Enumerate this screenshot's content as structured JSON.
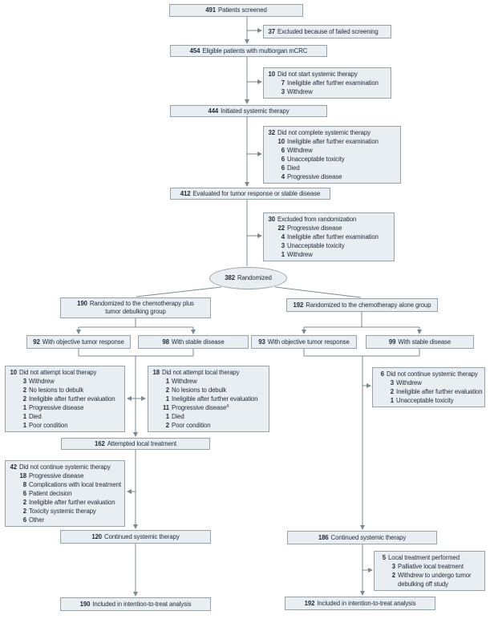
{
  "diagram": {
    "type": "patient-flow-consort-diagram",
    "colors": {
      "box_fill": "#e9eef2",
      "box_border": "#98a1a8",
      "line": "#7d8991",
      "text": "#1e2a36"
    },
    "boxes": {
      "screened": {
        "items": [
          {
            "n": "491",
            "text": "Patients screened"
          }
        ]
      },
      "excluded_screening": {
        "items": [
          {
            "n": "37",
            "text": "Excluded because of failed screening",
            "indent": 0
          }
        ]
      },
      "eligible": {
        "items": [
          {
            "n": "454",
            "text": "Eligible patients with multiorgan mCRC"
          }
        ]
      },
      "did_not_start": {
        "items": [
          {
            "n": "10",
            "text": "Did not start systemic therapy",
            "indent": 0
          },
          {
            "n": "7",
            "text": "Ineligible after further examination",
            "indent": 1
          },
          {
            "n": "3",
            "text": "Withdrew",
            "indent": 1
          }
        ]
      },
      "initiated": {
        "items": [
          {
            "n": "444",
            "text": "Initiated systemic therapy"
          }
        ]
      },
      "did_not_complete": {
        "items": [
          {
            "n": "32",
            "text": "Did not complete systemic therapy",
            "indent": 0
          },
          {
            "n": "10",
            "text": "Ineligible after further examination",
            "indent": 1
          },
          {
            "n": "6",
            "text": "Withdrew",
            "indent": 1
          },
          {
            "n": "6",
            "text": "Unacceptable toxicity",
            "indent": 1
          },
          {
            "n": "6",
            "text": "Died",
            "indent": 1
          },
          {
            "n": "4",
            "text": "Progressive disease",
            "indent": 1
          }
        ]
      },
      "evaluated": {
        "items": [
          {
            "n": "412",
            "text": "Evaluated for tumor response or stable disease"
          }
        ]
      },
      "excluded_randomization": {
        "items": [
          {
            "n": "30",
            "text": "Excluded from randomization",
            "indent": 0
          },
          {
            "n": "22",
            "text": "Progressive disease",
            "indent": 1
          },
          {
            "n": "4",
            "text": "Ineligible after further examination",
            "indent": 1
          },
          {
            "n": "3",
            "text": "Unacceptable toxicity",
            "indent": 1
          },
          {
            "n": "1",
            "text": "Withdrew",
            "indent": 1
          }
        ]
      },
      "randomized": {
        "items": [
          {
            "n": "382",
            "text": "Randomized"
          }
        ]
      },
      "arm_debulking": {
        "items": [
          {
            "n": "190",
            "text": "Randomized to the chemotherapy plus tumor debulking group"
          }
        ]
      },
      "arm_alone": {
        "items": [
          {
            "n": "192",
            "text": "Randomized to the chemotherapy alone group"
          }
        ]
      },
      "response_debulking": {
        "items": [
          {
            "n": "92",
            "text": "With objective tumor response"
          }
        ]
      },
      "stable_debulking": {
        "items": [
          {
            "n": "98",
            "text": "With stable disease"
          }
        ]
      },
      "response_alone": {
        "items": [
          {
            "n": "93",
            "text": "With objective tumor response"
          }
        ]
      },
      "stable_alone": {
        "items": [
          {
            "n": "99",
            "text": "With stable disease"
          }
        ]
      },
      "no_local_therapy_debulking_resp": {
        "items": [
          {
            "n": "10",
            "text": "Did not attempt local therapy",
            "indent": 0
          },
          {
            "n": "3",
            "text": "Withdrew",
            "indent": 1
          },
          {
            "n": "2",
            "text": "No lesions to debulk",
            "indent": 1
          },
          {
            "n": "2",
            "text": "Ineligible after further evaluation",
            "indent": 1
          },
          {
            "n": "1",
            "text": "Progressive disease",
            "indent": 1
          },
          {
            "n": "1",
            "text": "Died",
            "indent": 1
          },
          {
            "n": "1",
            "text": "Poor condition",
            "indent": 1
          }
        ]
      },
      "no_local_therapy_debulking_stable": {
        "items": [
          {
            "n": "18",
            "text": "Did not attempt local therapy",
            "indent": 0
          },
          {
            "n": "1",
            "text": "Withdrew",
            "indent": 1
          },
          {
            "n": "2",
            "text": "No lesions to debulk",
            "indent": 1
          },
          {
            "n": "1",
            "text": "Ineligible after further evaluation",
            "indent": 1
          },
          {
            "n": "11",
            "text": "Progressive disease",
            "sup": "a",
            "indent": 1
          },
          {
            "n": "1",
            "text": "Died",
            "indent": 1
          },
          {
            "n": "2",
            "text": "Poor condition",
            "indent": 1
          }
        ]
      },
      "no_continue_alone": {
        "items": [
          {
            "n": "6",
            "text": "Did not continue systemic therapy",
            "indent": 0
          },
          {
            "n": "3",
            "text": "Withdrew",
            "indent": 1
          },
          {
            "n": "2",
            "text": "Ineligible after further evaluation",
            "indent": 1
          },
          {
            "n": "1",
            "text": "Unacceptable toxicity",
            "indent": 1
          }
        ]
      },
      "attempted_local": {
        "items": [
          {
            "n": "162",
            "text": "Attempted local treatment"
          }
        ]
      },
      "no_continue_debulking": {
        "items": [
          {
            "n": "42",
            "text": "Did not continue systemic therapy",
            "indent": 0
          },
          {
            "n": "18",
            "text": "Progressive disease",
            "indent": 1
          },
          {
            "n": "8",
            "text": "Complications with local treatment",
            "indent": 1
          },
          {
            "n": "6",
            "text": "Patient decision",
            "indent": 1
          },
          {
            "n": "2",
            "text": "Ineligible after further evaluation",
            "indent": 1
          },
          {
            "n": "2",
            "text": "Toxicity systemic therapy",
            "indent": 1
          },
          {
            "n": "6",
            "text": "Other",
            "indent": 1
          }
        ]
      },
      "continued_debulking": {
        "items": [
          {
            "n": "120",
            "text": "Continued systemic therapy"
          }
        ]
      },
      "continued_alone": {
        "items": [
          {
            "n": "186",
            "text": "Continued systemic therapy"
          }
        ]
      },
      "local_performed_alone": {
        "items": [
          {
            "n": "5",
            "text": "Local treatment performed",
            "indent": 0
          },
          {
            "n": "3",
            "text": "Palliative local treatment",
            "indent": 1
          },
          {
            "n": "2",
            "text": "Withdrew to undergo tumor debulking off study",
            "indent": 1
          }
        ]
      },
      "itt_debulking": {
        "items": [
          {
            "n": "190",
            "text": "Included in intention-to-treat analysis"
          }
        ]
      },
      "itt_alone": {
        "items": [
          {
            "n": "192",
            "text": "Included in intention-to-treat analysis"
          }
        ]
      }
    }
  }
}
